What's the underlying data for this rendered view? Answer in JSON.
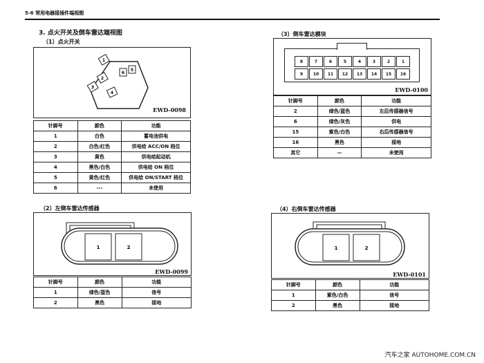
{
  "header": {
    "title": "5-6 常用电器接插件端视图"
  },
  "section3": {
    "title": "3.  点火开关及倒车雷达端视图"
  },
  "ignition": {
    "subtitle": "（1）点火开关",
    "code": "EWD-0098",
    "pins": [
      "1",
      "2",
      "3",
      "4",
      "5",
      "6"
    ],
    "headers": [
      "针脚号",
      "颜色",
      "功能"
    ],
    "rows": [
      [
        "1",
        "白色",
        "蓄电池供电"
      ],
      [
        "2",
        "白色/红色",
        "供电给 ACC/ON 档位"
      ],
      [
        "3",
        "黄色",
        "供电给起动机"
      ],
      [
        "4",
        "黑色/白色",
        "供电给 ON 档位"
      ],
      [
        "5",
        "黄色/红色",
        "供电给 ON/START 档位"
      ],
      [
        "6",
        "---",
        "未使用"
      ]
    ]
  },
  "radar_module": {
    "subtitle": "（3）倒车雷达模块",
    "code": "EWD-0100",
    "top_pins": [
      "8",
      "7",
      "6",
      "5",
      "4",
      "3",
      "2",
      "1"
    ],
    "bottom_pins": [
      "9",
      "10",
      "11",
      "12",
      "13",
      "14",
      "15",
      "16"
    ],
    "headers": [
      "针脚号",
      "颜色",
      "功能"
    ],
    "rows": [
      [
        "2",
        "绿色/蓝色",
        "左后传感器信号"
      ],
      [
        "6",
        "绿色/灰色",
        "供电"
      ],
      [
        "15",
        "紫色/白色",
        "右后传感器信号"
      ],
      [
        "16",
        "黑色",
        "接地"
      ],
      [
        "其它",
        "—",
        "未使用"
      ]
    ]
  },
  "left_sensor": {
    "subtitle": "（2）左倒车雷达传感器",
    "code": "EWD-0099",
    "pins": [
      "1",
      "2"
    ],
    "headers": [
      "针脚号",
      "颜色",
      "功能"
    ],
    "rows": [
      [
        "1",
        "绿色/蓝色",
        "信号"
      ],
      [
        "2",
        "黑色",
        "接地"
      ]
    ]
  },
  "right_sensor": {
    "subtitle": "（4）右倒车雷达传感器",
    "code": "EWD-0101",
    "pins": [
      "1",
      "2"
    ],
    "headers": [
      "针脚号",
      "颜色",
      "功能"
    ],
    "rows": [
      [
        "1",
        "紫色/白色",
        "信号"
      ],
      [
        "2",
        "黑色",
        "接地"
      ]
    ]
  },
  "watermark": {
    "text": "汽车之家  AUTOHOME.COM.CN"
  }
}
